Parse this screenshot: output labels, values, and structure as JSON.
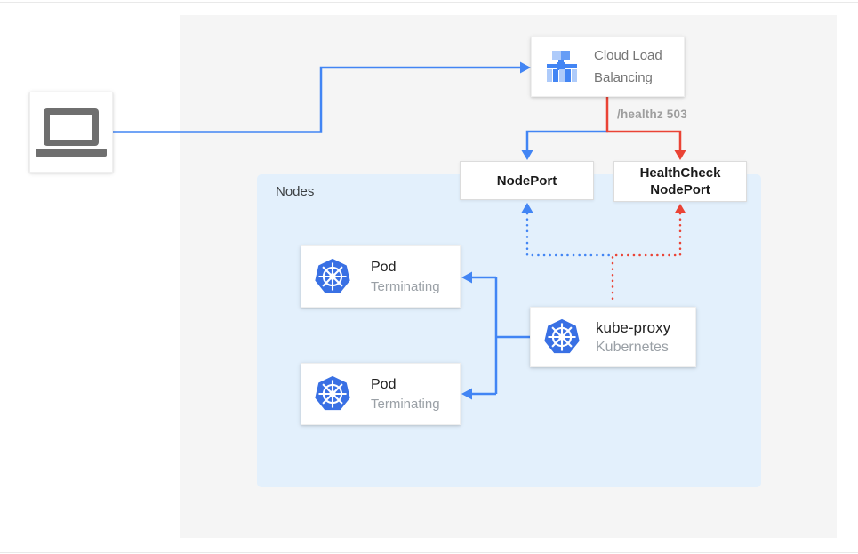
{
  "client": {
    "icon": "laptop-icon"
  },
  "cloud_load_balancing": {
    "label": "Cloud Load Balancing",
    "icon": "cloud-load-balancing-icon"
  },
  "healthz_label": "/healthz 503",
  "nodes_group": {
    "label": "Nodes"
  },
  "nodeport": {
    "label": "NodePort"
  },
  "healthcheck_nodeport": {
    "label": "HealthCheck NodePort"
  },
  "pods": [
    {
      "title": "Pod",
      "status": "Terminating",
      "icon": "kubernetes-icon"
    },
    {
      "title": "Pod",
      "status": "Terminating",
      "icon": "kubernetes-icon"
    }
  ],
  "kube_proxy": {
    "title": "kube-proxy",
    "subtitle": "Kubernetes",
    "icon": "kubernetes-icon"
  },
  "colors": {
    "line_blue": "#4285f4",
    "line_red": "#ea4335",
    "nodes_background": "#e3f0fc",
    "panel_background": "#f5f5f5",
    "kubernetes_blue": "#3970e4",
    "muted_text": "#9aa0a6",
    "healthz_text": "#9e9e9e"
  }
}
